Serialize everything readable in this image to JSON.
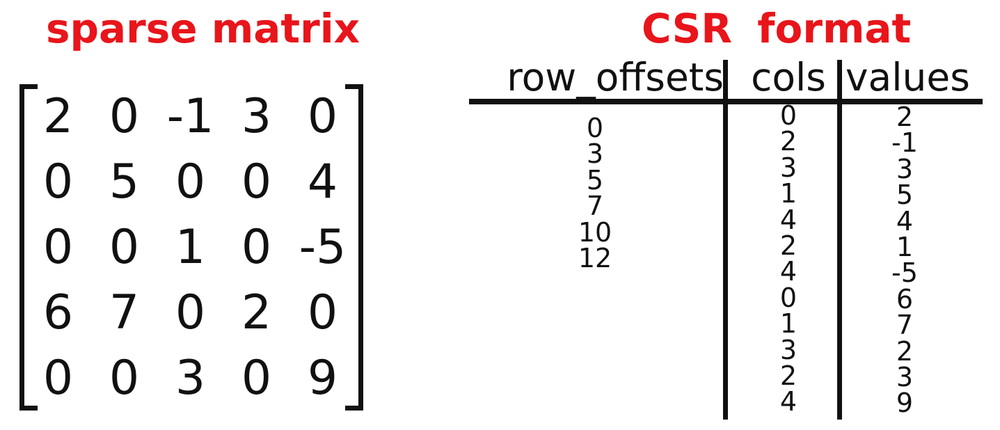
{
  "left": {
    "title": "sparse matrix",
    "matrix_rows": [
      [
        "2",
        "0",
        "-1",
        "3",
        "0"
      ],
      [
        "0",
        "5",
        "0",
        "0",
        "4"
      ],
      [
        "0",
        "0",
        "1",
        "0",
        "-5"
      ],
      [
        "6",
        "7",
        "0",
        "2",
        "0"
      ],
      [
        "0",
        "0",
        "3",
        "0",
        "9"
      ]
    ]
  },
  "right": {
    "title": "CSR format",
    "columns": [
      {
        "header": "row_offsets",
        "values": [
          "0",
          "3",
          "5",
          "7",
          "10",
          "12"
        ]
      },
      {
        "header": "cols",
        "values": [
          "0",
          "2",
          "3",
          "1",
          "4",
          "2",
          "4",
          "0",
          "1",
          "3",
          "2",
          "4"
        ]
      },
      {
        "header": "values",
        "values": [
          "2",
          "-1",
          "3",
          "5",
          "4",
          "1",
          "-5",
          "6",
          "7",
          "2",
          "3",
          "9"
        ]
      }
    ]
  },
  "colors": {
    "accent_red": "#e8151b",
    "text_black": "#111111"
  }
}
